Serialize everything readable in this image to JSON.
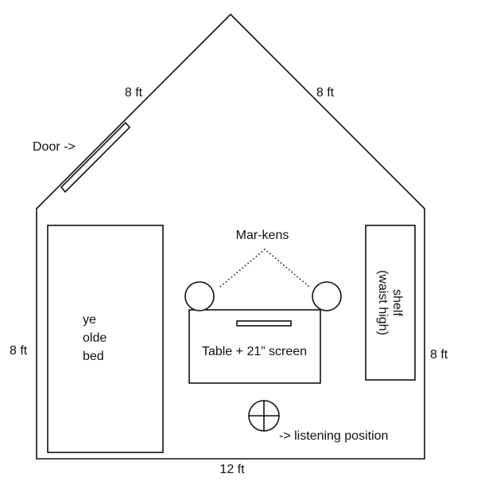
{
  "labels": {
    "roof_left": "8 ft",
    "roof_right": "8 ft",
    "door": "Door ->",
    "speakers": "Mar-kens",
    "bed_line1": "ye",
    "bed_line2": "olde",
    "bed_line3": "bed",
    "table": "Table + 21” screen",
    "shelf_line1": "shelf",
    "shelf_line2": "(waist high)",
    "wall_left": "8 ft",
    "wall_right": "8 ft",
    "listening": "-> listening position",
    "floor": "12 ft"
  },
  "colors": {
    "ink": "#111111",
    "background": "#ffffff"
  }
}
